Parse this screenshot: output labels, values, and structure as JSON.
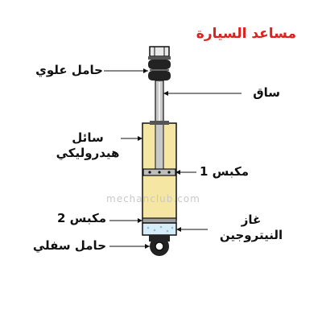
{
  "title": "مساعد السيارة",
  "watermark": "mechanclub.com",
  "labels": {
    "upper_mount": "حامل علوي",
    "rod": "ساق",
    "hydraulic_fluid_line1": "سائل",
    "hydraulic_fluid_line2": "هيدروليكي",
    "piston1": "مكبس 1",
    "piston2": "مكبس 2",
    "nitrogen_gas_line1": "غاز",
    "nitrogen_gas_line2": "النيتروجين",
    "lower_mount": "حامل سفلي"
  },
  "colors": {
    "title": "#e0201c",
    "fluid": "#f5e6a3",
    "gas": "#d6ecf7",
    "rod": "#c8c8c8",
    "outline": "#111111",
    "leader": "#111111"
  }
}
